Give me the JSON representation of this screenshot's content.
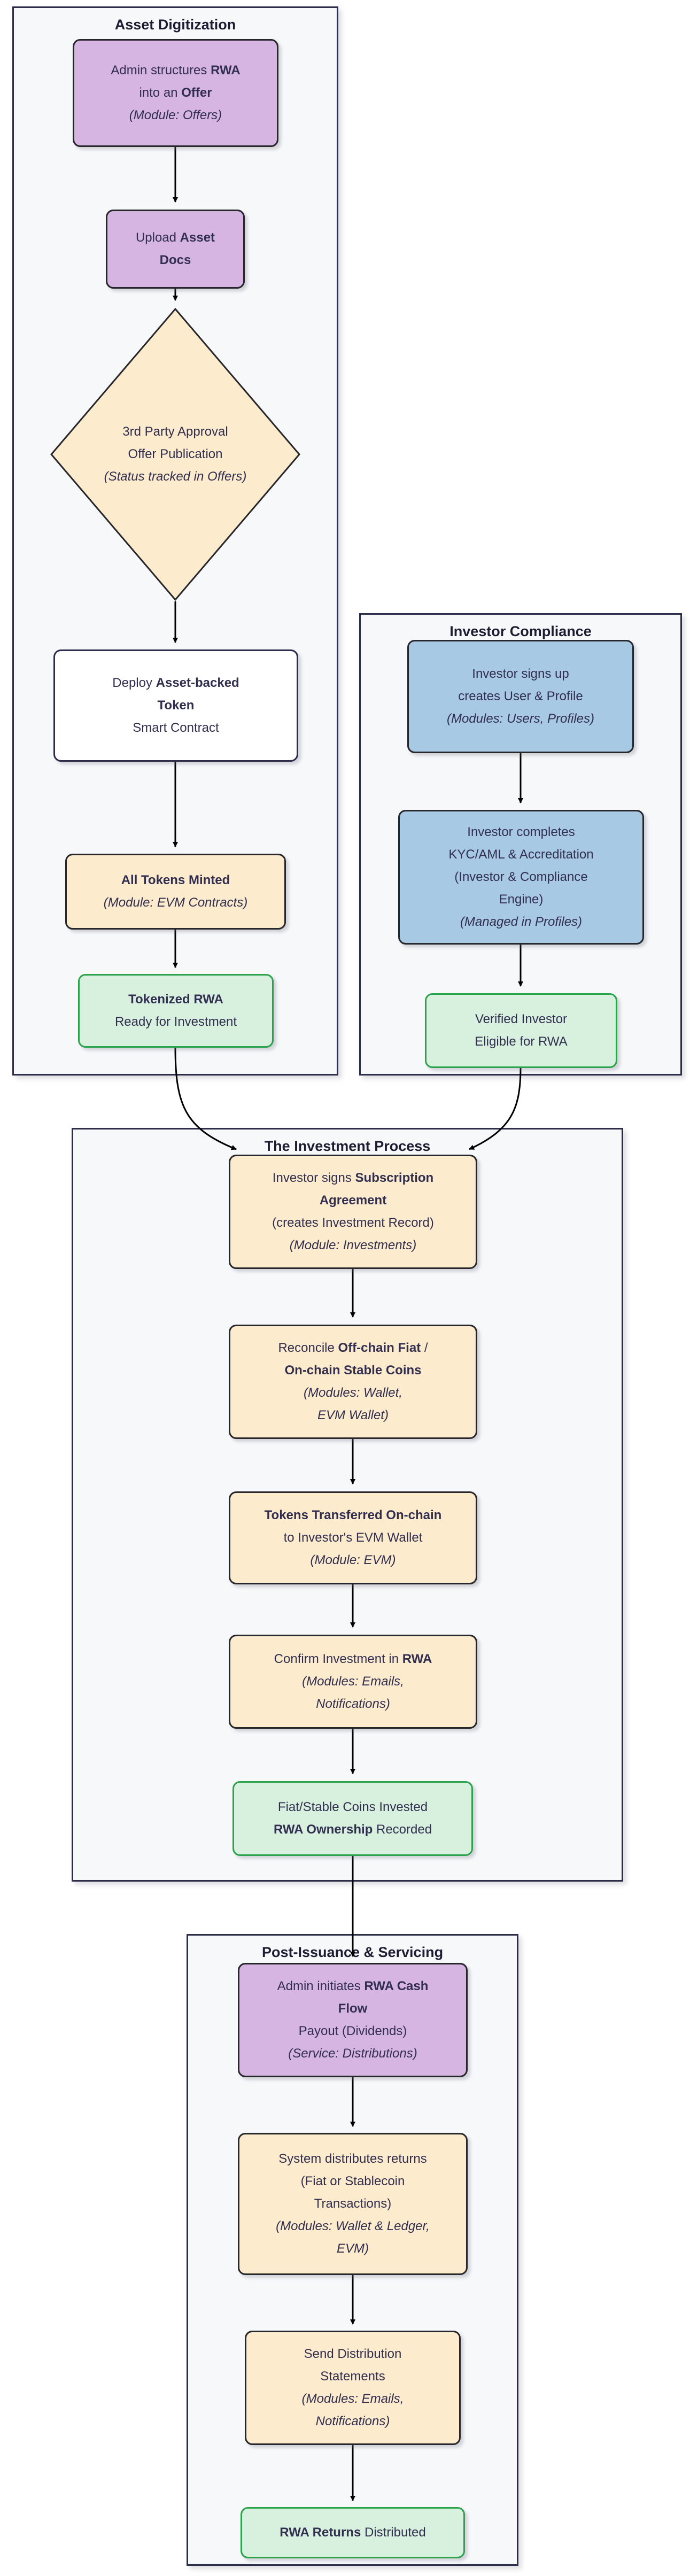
{
  "diagram": {
    "sections": [
      {
        "id": "asset-digitization",
        "title": "Asset Digitization"
      },
      {
        "id": "investor-compliance",
        "title": "Investor Compliance"
      },
      {
        "id": "investment-process",
        "title": "The Investment Process"
      },
      {
        "id": "post-issuance",
        "title": "Post-Issuance & Servicing"
      }
    ],
    "nodes": {
      "A": {
        "shape": "rect",
        "color": "purple",
        "lines": [
          [
            {
              "t": "Admin structures "
            },
            {
              "t": "RWA",
              "b": 1
            }
          ],
          [
            {
              "t": "into an "
            },
            {
              "t": "Offer",
              "b": 1
            }
          ],
          [
            {
              "t": "(Module: Offers)",
              "i": 1
            }
          ]
        ]
      },
      "B": {
        "shape": "rect",
        "color": "purple",
        "lines": [
          [
            {
              "t": "Upload "
            },
            {
              "t": "Asset",
              "b": 1
            }
          ],
          [
            {
              "t": "Docs",
              "b": 1
            }
          ]
        ]
      },
      "C": {
        "shape": "diamond",
        "color": "cream",
        "lines": [
          [
            {
              "t": "3rd Party Approval"
            }
          ],
          [
            {
              "t": "Offer Publication"
            }
          ],
          [
            {
              "t": "(Status tracked in Offers)",
              "i": 1
            }
          ]
        ]
      },
      "D": {
        "shape": "rect",
        "color": "white",
        "lines": [
          [
            {
              "t": "Deploy "
            },
            {
              "t": "Asset-backed",
              "b": 1
            }
          ],
          [
            {
              "t": "Token",
              "b": 1
            }
          ],
          [
            {
              "t": "Smart Contract"
            }
          ]
        ]
      },
      "E": {
        "shape": "rect",
        "color": "cream",
        "lines": [
          [
            {
              "t": "All Tokens Minted",
              "b": 1
            }
          ],
          [
            {
              "t": "(Module: EVM Contracts)",
              "i": 1
            }
          ]
        ]
      },
      "F": {
        "shape": "rect",
        "color": "green",
        "lines": [
          [
            {
              "t": "Tokenized RWA",
              "b": 1
            }
          ],
          [
            {
              "t": "Ready for Investment"
            }
          ]
        ]
      },
      "G": {
        "shape": "rect",
        "color": "blue",
        "lines": [
          [
            {
              "t": "Investor signs up"
            }
          ],
          [
            {
              "t": "creates User & Profile"
            }
          ],
          [
            {
              "t": "(Modules: Users, Profiles)",
              "i": 1
            }
          ]
        ]
      },
      "H": {
        "shape": "rect",
        "color": "blue",
        "lines": [
          [
            {
              "t": "Investor completes"
            }
          ],
          [
            {
              "t": "KYC/AML & Accreditation"
            }
          ],
          [
            {
              "t": "(Investor & Compliance"
            }
          ],
          [
            {
              "t": "Engine)"
            }
          ],
          [
            {
              "t": "(Managed in Profiles)",
              "i": 1
            }
          ]
        ]
      },
      "I": {
        "shape": "rect",
        "color": "green",
        "lines": [
          [
            {
              "t": "Verified Investor"
            }
          ],
          [
            {
              "t": "Eligible for RWA"
            }
          ]
        ]
      },
      "J": {
        "shape": "rect",
        "color": "cream",
        "lines": [
          [
            {
              "t": "Investor signs "
            },
            {
              "t": "Subscription",
              "b": 1
            }
          ],
          [
            {
              "t": "Agreement",
              "b": 1
            }
          ],
          [
            {
              "t": "(creates Investment Record)"
            }
          ],
          [
            {
              "t": "(Module: Investments)",
              "i": 1
            }
          ]
        ]
      },
      "K": {
        "shape": "rect",
        "color": "cream",
        "lines": [
          [
            {
              "t": "Reconcile "
            },
            {
              "t": "Off-chain Fiat",
              "b": 1
            },
            {
              "t": " /"
            }
          ],
          [
            {
              "t": "On-chain Stable Coins",
              "b": 1
            }
          ],
          [
            {
              "t": "(Modules: Wallet,",
              "i": 1
            }
          ],
          [
            {
              "t": "EVM Wallet)",
              "i": 1
            }
          ]
        ]
      },
      "L": {
        "shape": "rect",
        "color": "cream",
        "lines": [
          [
            {
              "t": "Tokens Transferred On-chain",
              "b": 1
            }
          ],
          [
            {
              "t": "to Investor's EVM Wallet"
            }
          ],
          [
            {
              "t": "(Module: EVM)",
              "i": 1
            }
          ]
        ]
      },
      "M": {
        "shape": "rect",
        "color": "cream",
        "lines": [
          [
            {
              "t": "Confirm Investment in "
            },
            {
              "t": "RWA",
              "b": 1
            }
          ],
          [
            {
              "t": "(Modules: Emails,",
              "i": 1
            }
          ],
          [
            {
              "t": "Notifications)",
              "i": 1
            }
          ]
        ]
      },
      "N": {
        "shape": "rect",
        "color": "green",
        "lines": [
          [
            {
              "t": "Fiat/Stable Coins Invested"
            }
          ],
          [
            {
              "t": "RWA Ownership",
              "b": 1
            },
            {
              "t": " Recorded"
            }
          ]
        ]
      },
      "O": {
        "shape": "rect",
        "color": "purple",
        "lines": [
          [
            {
              "t": "Admin initiates "
            },
            {
              "t": "RWA Cash",
              "b": 1
            }
          ],
          [
            {
              "t": "Flow",
              "b": 1
            }
          ],
          [
            {
              "t": "Payout (Dividends)"
            }
          ],
          [
            {
              "t": "(Service: Distributions)",
              "i": 1
            }
          ]
        ]
      },
      "P": {
        "shape": "rect",
        "color": "cream",
        "lines": [
          [
            {
              "t": "System distributes returns"
            }
          ],
          [
            {
              "t": "(Fiat or Stablecoin"
            }
          ],
          [
            {
              "t": "Transactions)"
            }
          ],
          [
            {
              "t": "(Modules: Wallet & Ledger,",
              "i": 1
            }
          ],
          [
            {
              "t": "EVM)",
              "i": 1
            }
          ]
        ]
      },
      "Q": {
        "shape": "rect",
        "color": "cream",
        "lines": [
          [
            {
              "t": "Send Distribution"
            }
          ],
          [
            {
              "t": "Statements"
            }
          ],
          [
            {
              "t": "(Modules: Emails,",
              "i": 1
            }
          ],
          [
            {
              "t": "Notifications)",
              "i": 1
            }
          ]
        ]
      },
      "R": {
        "shape": "rect",
        "color": "green",
        "lines": [
          [
            {
              "t": "RWA Returns",
              "b": 1
            },
            {
              "t": " Distributed"
            }
          ]
        ]
      }
    }
  },
  "colors": {
    "purple": "#d6b5e3",
    "blue": "#a7c9e4",
    "cream": "#fcebcd",
    "white": "#ffffff",
    "green_fill": "#d8f1df",
    "green_border": "#2ca24c",
    "node_border": "#26262b",
    "section_fill": "#f7f8fa",
    "section_border": "#2b2d4a",
    "text": "#312e4f",
    "arrow": "#000000",
    "page_bg": "#ffffff"
  }
}
